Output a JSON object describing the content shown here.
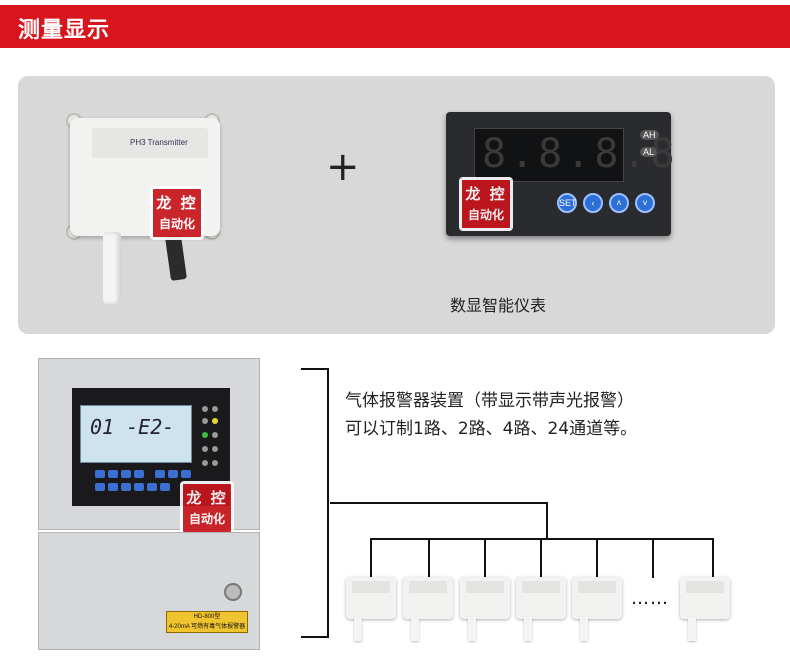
{
  "header": {
    "title": "测量显示"
  },
  "transmitter": {
    "label": "PH3 Transmitter"
  },
  "plus_symbol": "+",
  "meter": {
    "digits": "8.8.8.8",
    "ind_ah": "AH",
    "ind_al": "AL",
    "btn_set": "SET",
    "caption": "数显智能仪表"
  },
  "stamp": {
    "line1": "龙 控",
    "line2": "自动化"
  },
  "controller": {
    "lcd_text": "01 -E2-",
    "plate_line1": "HD-800型",
    "plate_line2": "4-20mA 可燃有毒气体报警器"
  },
  "description": {
    "line1": "气体报警器装置（带显示带声光报警）",
    "line2": "可以订制1路、2路、4路、24通道等。"
  },
  "tree": {
    "ellipsis": "……"
  }
}
